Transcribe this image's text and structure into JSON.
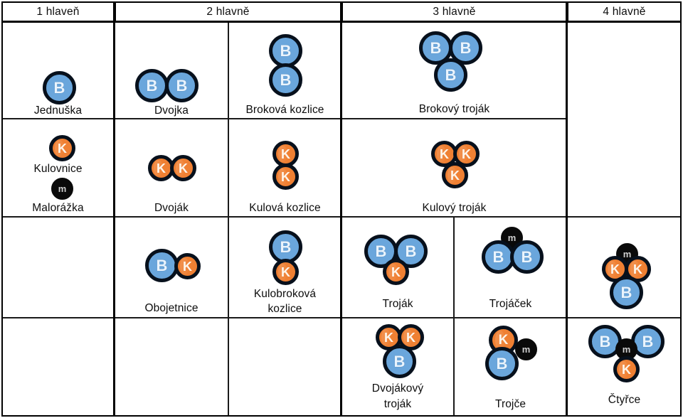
{
  "title_row": {
    "columns": [
      {
        "label": "1 hlaveň"
      },
      {
        "label": "2 hlavně"
      },
      {
        "label": "3 hlavně"
      },
      {
        "label": "4 hlavně"
      }
    ]
  },
  "legend_tokens": {
    "shotgun": "B",
    "rifle": "K",
    "smallbore": "m"
  },
  "colors": {
    "shotgun_fill": "#6aa6dc",
    "rifle_fill": "#ef8033",
    "smallbore_fill": "#0a0a0a",
    "ring": "#07101c",
    "grid": "#000000",
    "background": "#ffffff"
  },
  "cells": {
    "jednuska": {
      "label": "Jednuška",
      "tokens": [
        "B"
      ]
    },
    "kulovnice": {
      "label": "Kulovnice",
      "tokens": [
        "K"
      ]
    },
    "malorazka": {
      "label": "Malorážka",
      "tokens": [
        "m"
      ]
    },
    "dvojka": {
      "label": "Dvojka",
      "tokens": [
        "B",
        "B"
      ]
    },
    "brokova_kozlice": {
      "label": "Broková kozlice",
      "tokens": [
        "B",
        "B"
      ]
    },
    "brokovy_trojak": {
      "label": "Brokový troják",
      "tokens": [
        "B",
        "B",
        "B"
      ]
    },
    "dvojak": {
      "label": "Dvoják",
      "tokens": [
        "K",
        "K"
      ]
    },
    "kulova_kozlice": {
      "label": "Kulová kozlice",
      "tokens": [
        "K",
        "K"
      ]
    },
    "kulovy_trojak": {
      "label": "Kulový troják",
      "tokens": [
        "K",
        "K",
        "K"
      ]
    },
    "obojetnice": {
      "label": "Obojetnice",
      "tokens": [
        "B",
        "K"
      ]
    },
    "kulobrokova_kozlice": {
      "label_line1": "Kulobroková",
      "label_line2": "kozlice",
      "tokens": [
        "B",
        "K"
      ]
    },
    "trojak": {
      "label": "Troják",
      "tokens": [
        "B",
        "B",
        "K"
      ]
    },
    "trojacek": {
      "label": "Trojáček",
      "tokens": [
        "m",
        "B",
        "B"
      ]
    },
    "dvojakovy_trojak": {
      "label_line1": "Dvojákový",
      "label_line2": "troják",
      "tokens": [
        "K",
        "K",
        "B"
      ]
    },
    "trojce": {
      "label": "Trojče",
      "tokens": [
        "K",
        "m",
        "B"
      ]
    },
    "ctyrce_upper": {
      "label": "",
      "tokens": [
        "m",
        "K",
        "K",
        "B"
      ]
    },
    "ctyrce": {
      "label": "Čtyřce",
      "tokens": [
        "B",
        "B",
        "m",
        "K"
      ]
    }
  }
}
